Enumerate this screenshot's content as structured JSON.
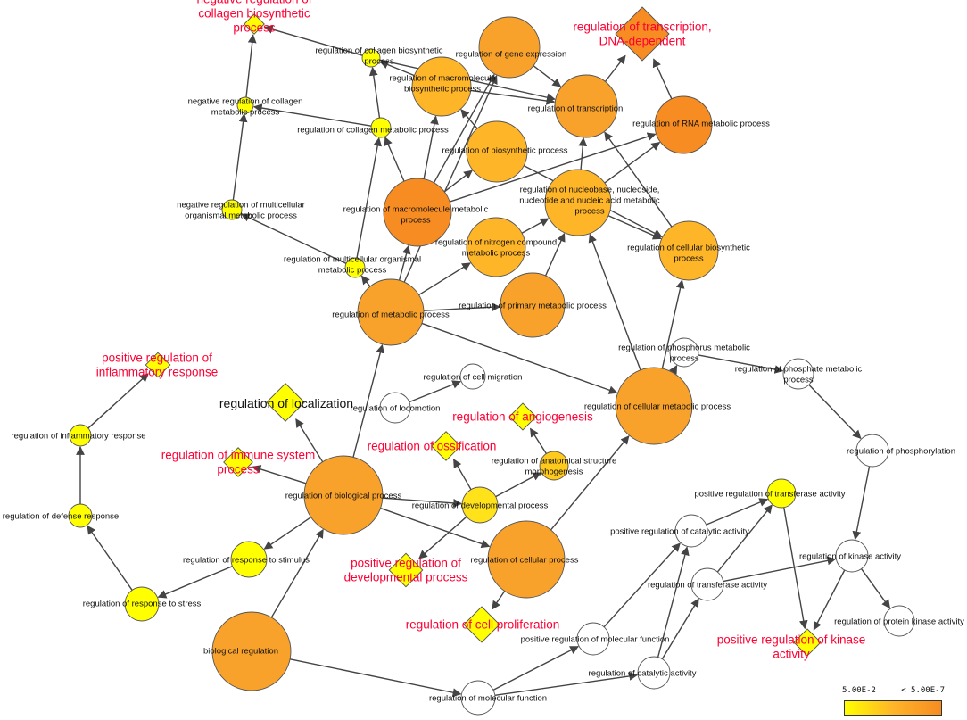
{
  "colors": {
    "white": "#ffffff",
    "yellow": "#ffff00",
    "lightYellow": "#ffe21a",
    "midYellow": "#ffca1c",
    "amber": "#ffb528",
    "orange": "#f9a22b",
    "darkOrange": "#f68c22",
    "red": "#ff0033",
    "edge": "#444444"
  },
  "legend": {
    "low": "5.00E-2",
    "high": "< 5.00E-7"
  },
  "nodes": [
    {
      "id": "negColBio",
      "label": "negative regulation of\ncollagen biosynthetic\nprocess",
      "shape": "diamond",
      "color": "yellow",
      "red": true
    },
    {
      "id": "regColBio",
      "label": "regulation of collagen biosynthetic\nprocess",
      "shape": "circle",
      "color": "yellow"
    },
    {
      "id": "negColMet",
      "label": "negative regulation of collagen\nmetabolic process",
      "shape": "circle",
      "color": "yellow"
    },
    {
      "id": "regColMet",
      "label": "regulation of collagen metabolic process",
      "shape": "circle",
      "color": "yellow"
    },
    {
      "id": "negMultiMet",
      "label": "negative regulation of multicellular\norganismal metabolic process",
      "shape": "circle",
      "color": "yellow"
    },
    {
      "id": "regMultiMet",
      "label": "regulation of multicellular organismal\nmetabolic process",
      "shape": "circle",
      "color": "yellow"
    },
    {
      "id": "regMacroBio",
      "label": "regulation of macromolecule\nbiosynthetic process",
      "shape": "circle",
      "color": "amber"
    },
    {
      "id": "regGeneExp",
      "label": "regulation of gene expression",
      "shape": "circle",
      "color": "orange"
    },
    {
      "id": "regTxDna",
      "label": "regulation of transcription,\nDNA-dependent",
      "shape": "diamond",
      "color": "darkOrange",
      "red": true
    },
    {
      "id": "regTx",
      "label": "regulation of transcription",
      "shape": "circle",
      "color": "orange"
    },
    {
      "id": "regRna",
      "label": "regulation of RNA metabolic process",
      "shape": "circle",
      "color": "darkOrange"
    },
    {
      "id": "regBio",
      "label": "regulation of biosynthetic process",
      "shape": "circle",
      "color": "amber"
    },
    {
      "id": "regMacroMet",
      "label": "regulation of macromolecule metabolic\nprocess",
      "shape": "circle",
      "color": "darkOrange"
    },
    {
      "id": "regNucleo",
      "label": "regulation of nucleobase, nucleoside,\nnucleotide and nucleic acid metabolic\nprocess",
      "shape": "circle",
      "color": "amber"
    },
    {
      "id": "regCellBio",
      "label": "regulation of cellular biosynthetic\nprocess",
      "shape": "circle",
      "color": "amber"
    },
    {
      "id": "regNitro",
      "label": "regulation of nitrogen compound\nmetabolic process",
      "shape": "circle",
      "color": "amber"
    },
    {
      "id": "regMetabolic",
      "label": "regulation of metabolic process",
      "shape": "circle",
      "color": "orange"
    },
    {
      "id": "regPrimary",
      "label": "regulation of primary metabolic process",
      "shape": "circle",
      "color": "orange"
    },
    {
      "id": "posInflam",
      "label": "positive regulation of\ninflammatory response",
      "shape": "diamond",
      "color": "yellow",
      "red": true
    },
    {
      "id": "regInflam",
      "label": "regulation of inflammatory response",
      "shape": "circle",
      "color": "yellow"
    },
    {
      "id": "regDefense",
      "label": "regulation of defense response",
      "shape": "circle",
      "color": "yellow"
    },
    {
      "id": "regStress",
      "label": "regulation of response to stress",
      "shape": "circle",
      "color": "yellow"
    },
    {
      "id": "regStimulus",
      "label": "regulation of response to stimulus",
      "shape": "circle",
      "color": "yellow"
    },
    {
      "id": "regLocalization",
      "label": "regulation of localization",
      "shape": "diamond",
      "color": "yellow",
      "big": true
    },
    {
      "id": "regImmune",
      "label": "regulation of immune system\nprocess",
      "shape": "diamond",
      "color": "yellow",
      "red": true
    },
    {
      "id": "regLocomotion",
      "label": "regulation of locomotion",
      "shape": "circle",
      "color": "white"
    },
    {
      "id": "regCellMig",
      "label": "regulation of cell migration",
      "shape": "circle",
      "color": "white"
    },
    {
      "id": "regAngio",
      "label": "regulation of angiogenesis",
      "shape": "diamond",
      "color": "yellow",
      "red": true
    },
    {
      "id": "regOssif",
      "label": "regulation of ossification",
      "shape": "diamond",
      "color": "yellow",
      "red": true
    },
    {
      "id": "regAnat",
      "label": "regulation of anatomical structure\nmorphogenesis",
      "shape": "circle",
      "color": "midYellow"
    },
    {
      "id": "regBiological",
      "label": "regulation of biological process",
      "shape": "circle",
      "color": "orange"
    },
    {
      "id": "regDevelop",
      "label": "regulation of developmental process",
      "shape": "circle",
      "color": "lightYellow"
    },
    {
      "id": "posDevelop",
      "label": "positive regulation of\ndevelopmental process",
      "shape": "diamond",
      "color": "yellow",
      "red": true
    },
    {
      "id": "regCellular",
      "label": "regulation of cellular process",
      "shape": "circle",
      "color": "orange"
    },
    {
      "id": "regCellProlif",
      "label": "regulation of cell proliferation",
      "shape": "diamond",
      "color": "yellow",
      "red": true
    },
    {
      "id": "biologicalReg",
      "label": "biological regulation",
      "shape": "circle",
      "color": "orange"
    },
    {
      "id": "regCellMet",
      "label": "regulation of cellular metabolic process",
      "shape": "circle",
      "color": "orange"
    },
    {
      "id": "regPhosphorus",
      "label": "regulation of phosphorus metabolic\nprocess",
      "shape": "circle",
      "color": "white"
    },
    {
      "id": "regPhosphate",
      "label": "regulation of phosphate metabolic\nprocess",
      "shape": "circle",
      "color": "white"
    },
    {
      "id": "regPhosphoryl",
      "label": "regulation of phosphorylation",
      "shape": "circle",
      "color": "white"
    },
    {
      "id": "posTransferase",
      "label": "positive regulation of transferase activity",
      "shape": "circle",
      "color": "yellow"
    },
    {
      "id": "posCatalytic",
      "label": "positive regulation of catalytic activity",
      "shape": "circle",
      "color": "white"
    },
    {
      "id": "regKinase",
      "label": "regulation of kinase activity",
      "shape": "circle",
      "color": "white"
    },
    {
      "id": "regTransferase",
      "label": "regulation of transferase activity",
      "shape": "circle",
      "color": "white"
    },
    {
      "id": "regProtKinase",
      "label": "regulation of protein kinase activity",
      "shape": "circle",
      "color": "white"
    },
    {
      "id": "posKinase",
      "label": "positive regulation of kinase\nactivity",
      "shape": "diamond",
      "color": "yellow",
      "red": true
    },
    {
      "id": "posMolFunc",
      "label": "positive regulation of molecular function",
      "shape": "circle",
      "color": "white"
    },
    {
      "id": "regCatalytic",
      "label": "regulation of catalytic activity",
      "shape": "circle",
      "color": "white"
    },
    {
      "id": "regMolFunc",
      "label": "regulation of molecular function",
      "shape": "circle",
      "color": "white"
    }
  ],
  "edges": [
    [
      "regColBio",
      "negColBio"
    ],
    [
      "negColMet",
      "negColBio"
    ],
    [
      "regColMet",
      "negColMet"
    ],
    [
      "negMultiMet",
      "negColMet"
    ],
    [
      "regMultiMet",
      "negMultiMet"
    ],
    [
      "regColMet",
      "regColBio"
    ],
    [
      "regMultiMet",
      "regColMet"
    ],
    [
      "regMacroBio",
      "regColBio"
    ],
    [
      "regColBio",
      "regTx"
    ],
    [
      "regMacroBio",
      "regTx"
    ],
    [
      "regMacroMet",
      "regColMet"
    ],
    [
      "regMacroMet",
      "regMacroBio"
    ],
    [
      "regMacroMet",
      "regGeneExp"
    ],
    [
      "regMacroMet",
      "regBio"
    ],
    [
      "regMacroMet",
      "regRna"
    ],
    [
      "regGeneExp",
      "regTx"
    ],
    [
      "regBio",
      "regMacroBio"
    ],
    [
      "regBio",
      "regCellBio"
    ],
    [
      "regTx",
      "regTxDna"
    ],
    [
      "regRna",
      "regTxDna"
    ],
    [
      "regNucleo",
      "regTx"
    ],
    [
      "regNucleo",
      "regRna"
    ],
    [
      "regNucleo",
      "regCellBio"
    ],
    [
      "regCellBio",
      "regTx"
    ],
    [
      "regNitro",
      "regNucleo"
    ],
    [
      "regMetabolic",
      "regMacroMet"
    ],
    [
      "regMetabolic",
      "regNitro"
    ],
    [
      "regMetabolic",
      "regPrimary"
    ],
    [
      "regMetabolic",
      "regMultiMet"
    ],
    [
      "regMetabolic",
      "regGeneExp"
    ],
    [
      "regMetabolic",
      "regCellMet"
    ],
    [
      "regPrimary",
      "regNucleo"
    ],
    [
      "regCellMet",
      "regNucleo"
    ],
    [
      "regCellMet",
      "regCellBio"
    ],
    [
      "regCellMet",
      "regPhosphorus"
    ],
    [
      "regPhosphorus",
      "regPhosphate"
    ],
    [
      "regPhosphate",
      "regPhosphoryl"
    ],
    [
      "regPhosphoryl",
      "regKinase"
    ],
    [
      "regBiological",
      "regMetabolic"
    ],
    [
      "regBiological",
      "regLocalization"
    ],
    [
      "regBiological",
      "regImmune"
    ],
    [
      "regBiological",
      "regStimulus"
    ],
    [
      "regBiological",
      "regDevelop"
    ],
    [
      "regBiological",
      "regCellular"
    ],
    [
      "regLocomotion",
      "regCellMig"
    ],
    [
      "regDevelop",
      "regOssif"
    ],
    [
      "regDevelop",
      "regAnat"
    ],
    [
      "regDevelop",
      "posDevelop"
    ],
    [
      "regAnat",
      "regAngio"
    ],
    [
      "regCellular",
      "regCellMet"
    ],
    [
      "regCellular",
      "regCellProlif"
    ],
    [
      "regStimulus",
      "regStress"
    ],
    [
      "regStress",
      "regDefense"
    ],
    [
      "regDefense",
      "regInflam"
    ],
    [
      "regInflam",
      "posInflam"
    ],
    [
      "biologicalReg",
      "regBiological"
    ],
    [
      "biologicalReg",
      "regMolFunc"
    ],
    [
      "regMolFunc",
      "posMolFunc"
    ],
    [
      "regMolFunc",
      "regCatalytic"
    ],
    [
      "posMolFunc",
      "posCatalytic"
    ],
    [
      "regCatalytic",
      "regTransferase"
    ],
    [
      "regCatalytic",
      "posCatalytic"
    ],
    [
      "posCatalytic",
      "posTransferase"
    ],
    [
      "regTransferase",
      "posTransferase"
    ],
    [
      "regTransferase",
      "regKinase"
    ],
    [
      "posTransferase",
      "posKinase"
    ],
    [
      "regKinase",
      "posKinase"
    ],
    [
      "regKinase",
      "regProtKinase"
    ]
  ]
}
